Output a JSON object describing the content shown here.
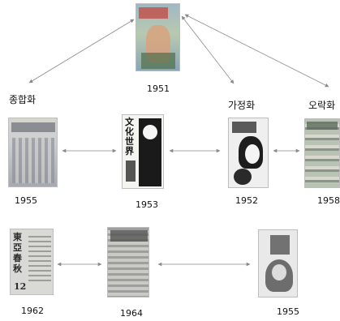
{
  "categories": {
    "general": "종합화",
    "family": "가정화",
    "entertainment": "오락화"
  },
  "magazines": [
    {
      "id": "top",
      "year": "1951"
    },
    {
      "id": "general-1955",
      "year": "1955"
    },
    {
      "id": "munhwa-segye",
      "year": "1953",
      "cover_title": "文化世界"
    },
    {
      "id": "family-1952",
      "year": "1952"
    },
    {
      "id": "ent-1958",
      "year": "1958"
    },
    {
      "id": "donga-chunchu",
      "year": "1962",
      "cover_title": "東亞春秋",
      "issue": "12"
    },
    {
      "id": "mid-1964",
      "year": "1964"
    },
    {
      "id": "right-1955",
      "year": "1955"
    }
  ],
  "colors": {
    "arrow": "#8a8a8a",
    "border": "#bdbdbd"
  }
}
